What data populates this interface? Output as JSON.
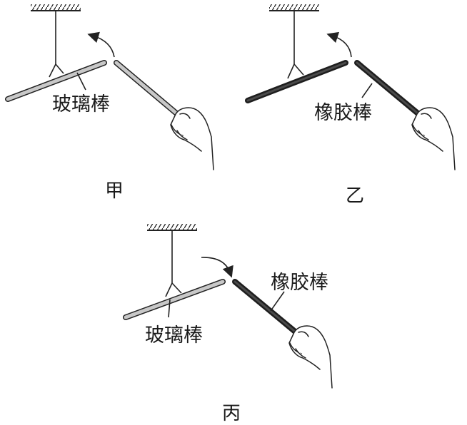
{
  "figure": {
    "panels": [
      {
        "caption": "甲",
        "hung_rod_label": "玻璃棒",
        "held_rod_label": "",
        "arrow": "away"
      },
      {
        "caption": "乙",
        "hung_rod_label": "",
        "held_rod_label": "橡胶棒",
        "arrow": "away"
      },
      {
        "caption": "丙",
        "hung_rod_label": "玻璃棒",
        "held_rod_label": "橡胶棒",
        "arrow": "toward"
      }
    ],
    "colors": {
      "glass_rod": "#bdbdbd",
      "rubber_rod": "#3a3a3a",
      "ink": "#1a1a1a"
    }
  }
}
